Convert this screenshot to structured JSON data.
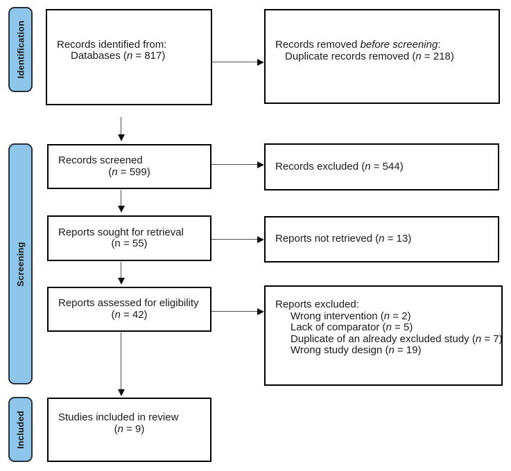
{
  "colors": {
    "stage_fill": "#8FC5E9",
    "stage_border": "#26313D",
    "box_border": "#000000",
    "arrow_line": "#4D4D4D",
    "arrow_head": "#111111",
    "text": "#1A1A1A"
  },
  "stages": [
    {
      "label": "Identification"
    },
    {
      "label": "Screening"
    },
    {
      "label": "Included"
    }
  ],
  "boxes": {
    "records_identified": {
      "line1": "Records identified from:",
      "line2": {
        "pre": "Databases (",
        "var": "n",
        "post": " = 817)"
      }
    },
    "records_removed": {
      "line1": {
        "pre": "Records removed ",
        "em": "before screening",
        "post": ":"
      },
      "line2": {
        "pre": "Duplicate records removed (",
        "var": "n",
        "post": " = 218)"
      }
    },
    "records_screened": {
      "line1": "Records screened",
      "line2": {
        "pre": "(",
        "var": "n",
        "post": " = 599)"
      }
    },
    "records_excluded": {
      "line1": {
        "pre": "Records excluded (",
        "var": "n",
        "post": " = 544)"
      }
    },
    "reports_sought": {
      "line1": "Reports sought for retrieval",
      "line2": "(n = 55)"
    },
    "reports_not_retrieved": {
      "line1": {
        "pre": "Reports not retrieved (",
        "var": "n",
        "post": " = 13)"
      }
    },
    "reports_assessed": {
      "line1": "Reports assessed for eligibility",
      "line2": {
        "pre": "(",
        "var": "n",
        "post": " = 42)"
      }
    },
    "reports_excluded": {
      "title": "Reports excluded:",
      "items": [
        {
          "pre": "Wrong intervention (",
          "var": "n",
          "post": " = 2)"
        },
        {
          "pre": "Lack of comparator (",
          "var": "n",
          "post": " = 5)"
        },
        {
          "pre": "Duplicate of an already excluded study (",
          "var": "n",
          "post": " = 7)"
        },
        {
          "pre": "Wrong study design (",
          "var": "n",
          "post": " = 19)"
        }
      ]
    },
    "studies_included": {
      "line1": "Studies included in review",
      "line2": {
        "pre": "(",
        "var": "n",
        "post": " = 9)"
      }
    }
  }
}
